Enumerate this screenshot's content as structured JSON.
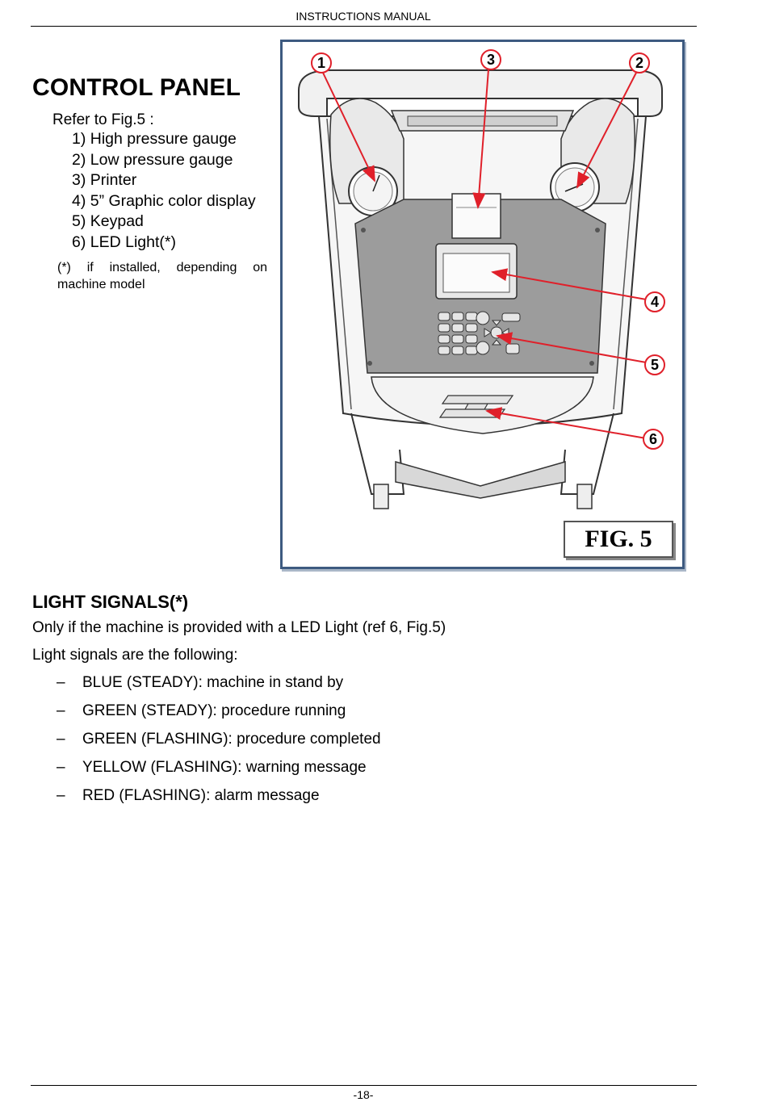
{
  "header": {
    "title": "INSTRUCTIONS MANUAL"
  },
  "control_panel": {
    "heading": "CONTROL PANEL",
    "refer": "Refer to Fig.5 :",
    "items": [
      "1) High pressure gauge",
      "2) Low pressure gauge",
      "3) Printer",
      "4) 5” Graphic color display",
      "5) Keypad",
      "6) LED Light(*)"
    ],
    "note": "(*) if installed, depending on machine model"
  },
  "figure": {
    "label": "FIG. 5",
    "callouts": [
      "1",
      "2",
      "3",
      "4",
      "5",
      "6"
    ],
    "accent_color": "#e0202a",
    "frame_color": "#3d5a80"
  },
  "light_signals": {
    "heading": "LIGHT SIGNALS(*)",
    "intro": "Only if the machine is provided with a LED Light (ref 6, Fig.5)",
    "lead": "Light signals are the following:",
    "dash": "–",
    "items": [
      "BLUE (STEADY): machine in stand by",
      "GREEN (STEADY): procedure running",
      "GREEN (FLASHING): procedure completed",
      "YELLOW (FLASHING): warning message",
      "RED (FLASHING): alarm message"
    ]
  },
  "footer": {
    "page": "-18-"
  }
}
